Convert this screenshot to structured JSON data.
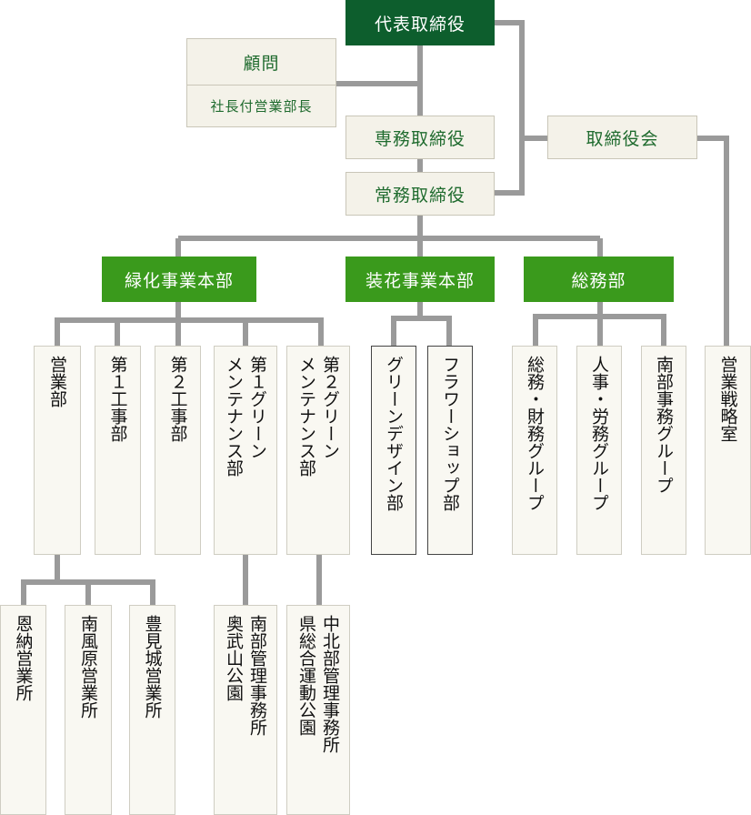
{
  "top": {
    "ceo": "代表取締役",
    "advisor": "顧問",
    "advisor_sub": "社長付営業部長",
    "senior_md": "専務取締役",
    "board": "取締役会",
    "md": "常務取締役"
  },
  "divisions": {
    "greening": "緑化事業本部",
    "landscaping": "装花事業本部",
    "general_affairs": "総務部"
  },
  "departments": {
    "sales": "営業部",
    "construction_1": "第１工事部",
    "construction_2": "第２工事部",
    "green_maint_1": "第１グリーン\nメンテナンス部",
    "green_maint_2": "第２グリーン\nメンテナンス部",
    "green_design": "グリーンデザイン部",
    "flower_shop": "フラワーショップ部",
    "finance_group": "総務・財務グループ",
    "hr_group": "人事・労務グループ",
    "south_office_group": "南部事務グループ",
    "sales_strategy": "営業戦略室"
  },
  "offices": {
    "onna": "恩納営業所",
    "nanpu": "南風原営業所",
    "tomigusuku": "豊見城営業所",
    "okuyama": "南部管理事務所\n奥武山公園",
    "kenso": "中北部管理事務所\n県総合運動公園"
  },
  "colors": {
    "dark_green": "#0d5e2d",
    "green": "#3a9a1c",
    "cream": "#f4f2e9",
    "connector": "#9a9a9a"
  }
}
